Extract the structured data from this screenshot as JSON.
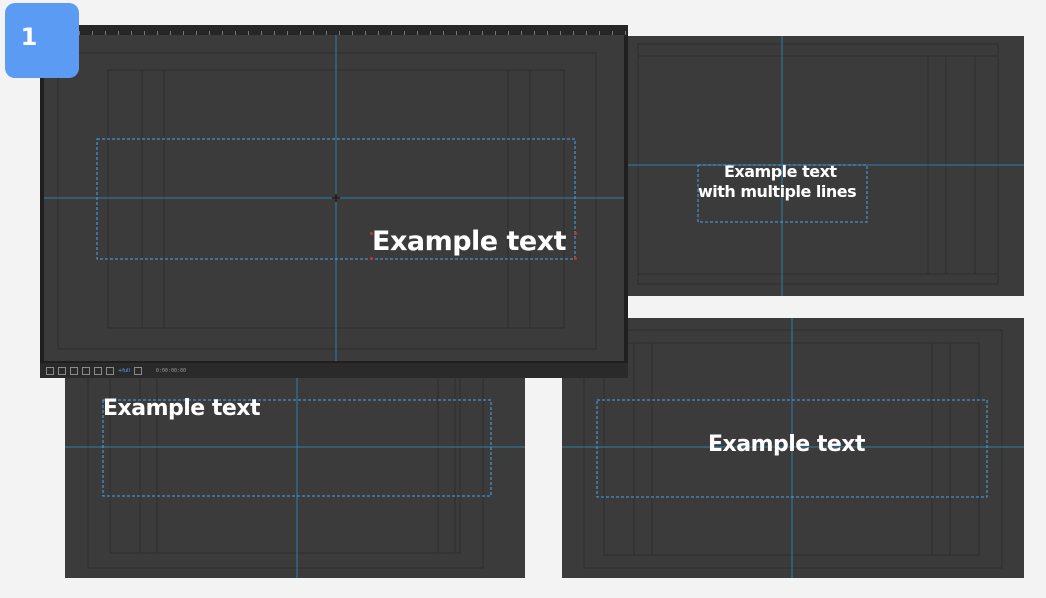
{
  "step_badge": {
    "number": "1"
  },
  "main_viewer": {
    "text": "Example text",
    "status_bar": {
      "zoom": "+full",
      "timecode": "0:00:00:00"
    }
  },
  "panels": [
    {
      "id": "top-right",
      "text_line1": "Example text",
      "text_line2": "with multiple lines"
    },
    {
      "id": "bottom-left",
      "text": "Example text"
    },
    {
      "id": "bottom-right",
      "text": "Example text"
    }
  ],
  "colors": {
    "background": "#f3f3f3",
    "canvas": "#3b3b3b",
    "guide": "#2e7fa8",
    "selection": "#4aa3e8",
    "badge": "#5b9bf4"
  }
}
